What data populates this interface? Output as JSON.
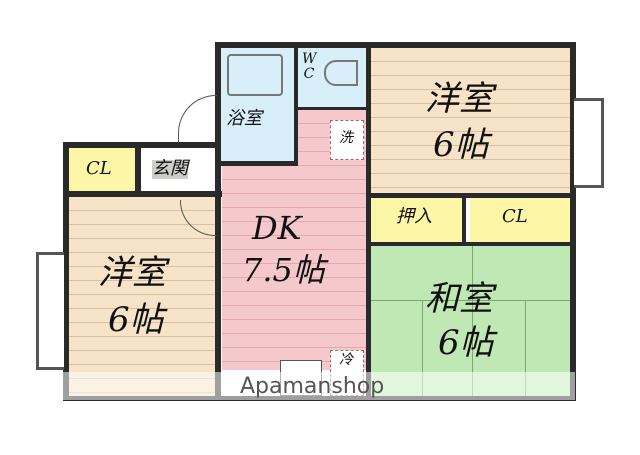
{
  "rooms": {
    "western_room_top_right": {
      "name": "洋室",
      "size": "6帖"
    },
    "western_room_left": {
      "name": "洋室",
      "size": "6帖"
    },
    "dining_kitchen": {
      "name": "DK",
      "size": "7.5帖"
    },
    "japanese_room": {
      "name": "和室",
      "size": "6帖"
    },
    "bath": {
      "name": "浴室"
    },
    "toilet": {
      "name": "WC"
    },
    "entrance": {
      "name": "玄関"
    },
    "closet_left": {
      "name": "CL"
    },
    "closet_right": {
      "name": "CL"
    },
    "oshiire": {
      "name": "押入"
    },
    "washer": {
      "name": "洗"
    },
    "fridge": {
      "name": "冷"
    }
  },
  "watermark": "Apamanshop",
  "colors": {
    "wood": "#f7e3c8",
    "dk": "#f5c9cc",
    "bath": "#d8eef8",
    "closet": "#fbf7a6",
    "tatami": "#bfe8b5"
  }
}
